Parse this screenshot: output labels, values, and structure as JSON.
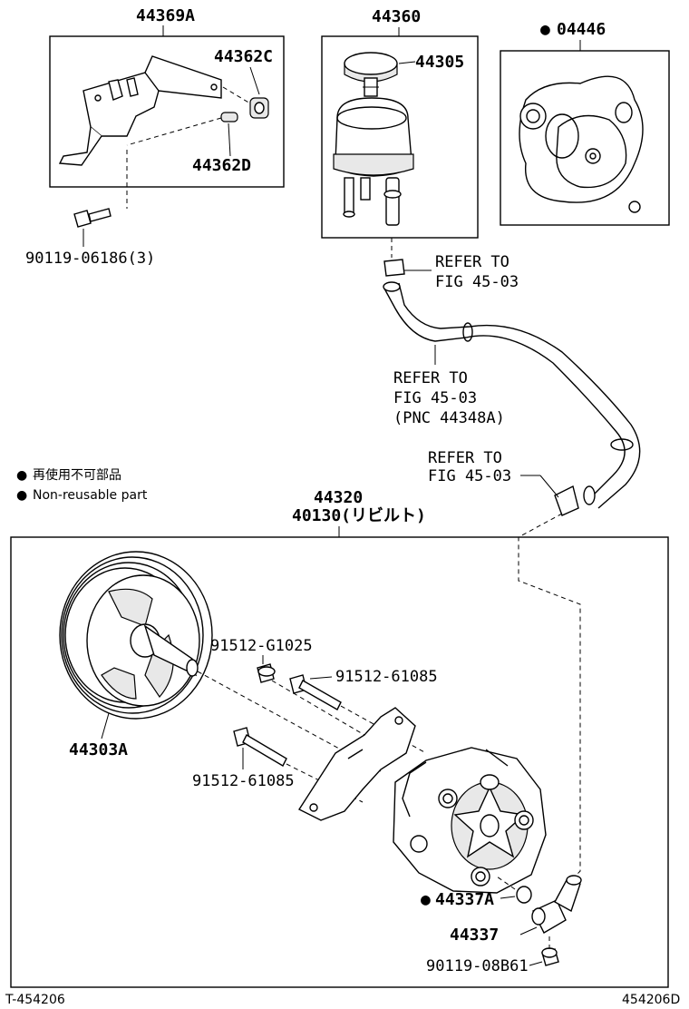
{
  "parts": {
    "bracket_assy": "44369A",
    "cushion_c": "44362C",
    "cushion_d": "44362D",
    "bolt_bracket": "90119-06186(3)",
    "reservoir_assy": "44360",
    "reservoir_cap": "44305",
    "gasket_kit": "04446",
    "pump_assy": "44320",
    "pump_reman": "40130(リビルト)",
    "pulley": "44303A",
    "bolt_g1025": "91512-G1025",
    "bolt_61085_upper": "91512-61085",
    "bolt_61085_lower": "91512-61085",
    "o_ring": "44337A",
    "union": "44337",
    "bolt_union": "90119-08B61"
  },
  "references": {
    "ref1_line1": "REFER TO",
    "ref1_line2": "FIG 45-03",
    "ref2_line1": "REFER TO",
    "ref2_line2": "FIG 45-03",
    "ref2_line3": "(PNC 44348A)",
    "ref3_line1": "REFER TO",
    "ref3_line2": "FIG 45-03"
  },
  "legend": {
    "line_jp": "再使用不可部品",
    "line_en": "Non-reusable part"
  },
  "footer": {
    "left_code": "T-454206",
    "right_code": "454206D"
  }
}
